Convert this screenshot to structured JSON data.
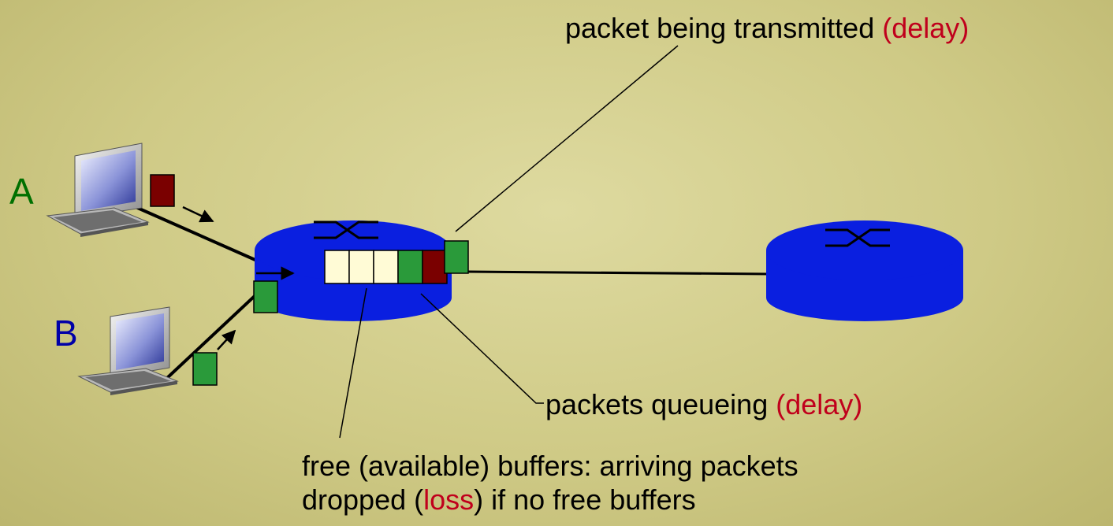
{
  "hosts": {
    "a": {
      "label": "A",
      "color": "#007000"
    },
    "b": {
      "label": "B",
      "color": "#0000a8"
    }
  },
  "annotations": {
    "transmitted": {
      "text": "packet being transmitted ",
      "emphasis": "(delay)"
    },
    "queueing": {
      "text": "packets queueing ",
      "emphasis": "(delay)"
    },
    "buffers": {
      "line1": "free (available) buffers: arriving packets",
      "line2_pre": "dropped (",
      "line2_em": "loss",
      "line2_post": ") if no free buffers"
    }
  },
  "colors": {
    "router_blue": "#0a1fe0",
    "packet_red": "#7a0000",
    "packet_green": "#2a9a3a",
    "buffer_free": "#fffbd6",
    "emphasis_red": "#c0001c"
  },
  "icons": [
    "desktop-computer-icon",
    "router-icon",
    "router-switch-arrows-icon"
  ]
}
